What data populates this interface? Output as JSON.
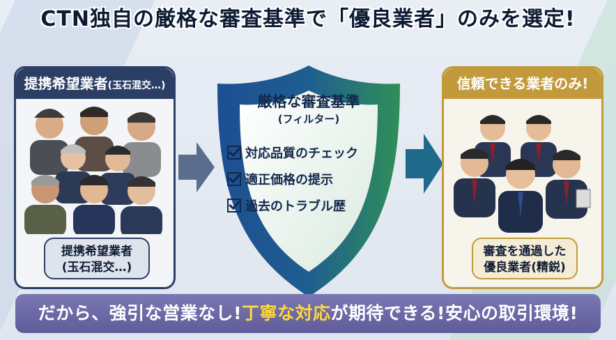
{
  "title": "CTN独自の厳格な審査基準で「優良業者」のみを選定!",
  "left_panel": {
    "header_main": "提携希望業者",
    "header_sub": "(玉石混交…)",
    "caption_line1": "提携希望業者",
    "caption_line2": "(玉石混交…)"
  },
  "shield": {
    "title": "厳格な審査基準",
    "subtitle": "(フィルター)",
    "checks": [
      "対応品質のチェック",
      "適正価格の提示",
      "過去のトラブル歴"
    ]
  },
  "right_panel": {
    "header": "信頼できる業者のみ!",
    "caption_line1": "審査を通過した",
    "caption_line2": "優良業者(精鋭)"
  },
  "bottom_banner": {
    "part1": "だから、強引な営業なし!",
    "highlight": "丁寧な対応",
    "part2": "が期待できる!安心の取引環境!"
  },
  "colors": {
    "navy": "#2b3f66",
    "gold": "#c29a3c",
    "shield_blue": "#1f5b9a",
    "shield_green": "#2f8f58",
    "banner_purple": "#6b68a6",
    "highlight_yellow": "#ffd838"
  }
}
